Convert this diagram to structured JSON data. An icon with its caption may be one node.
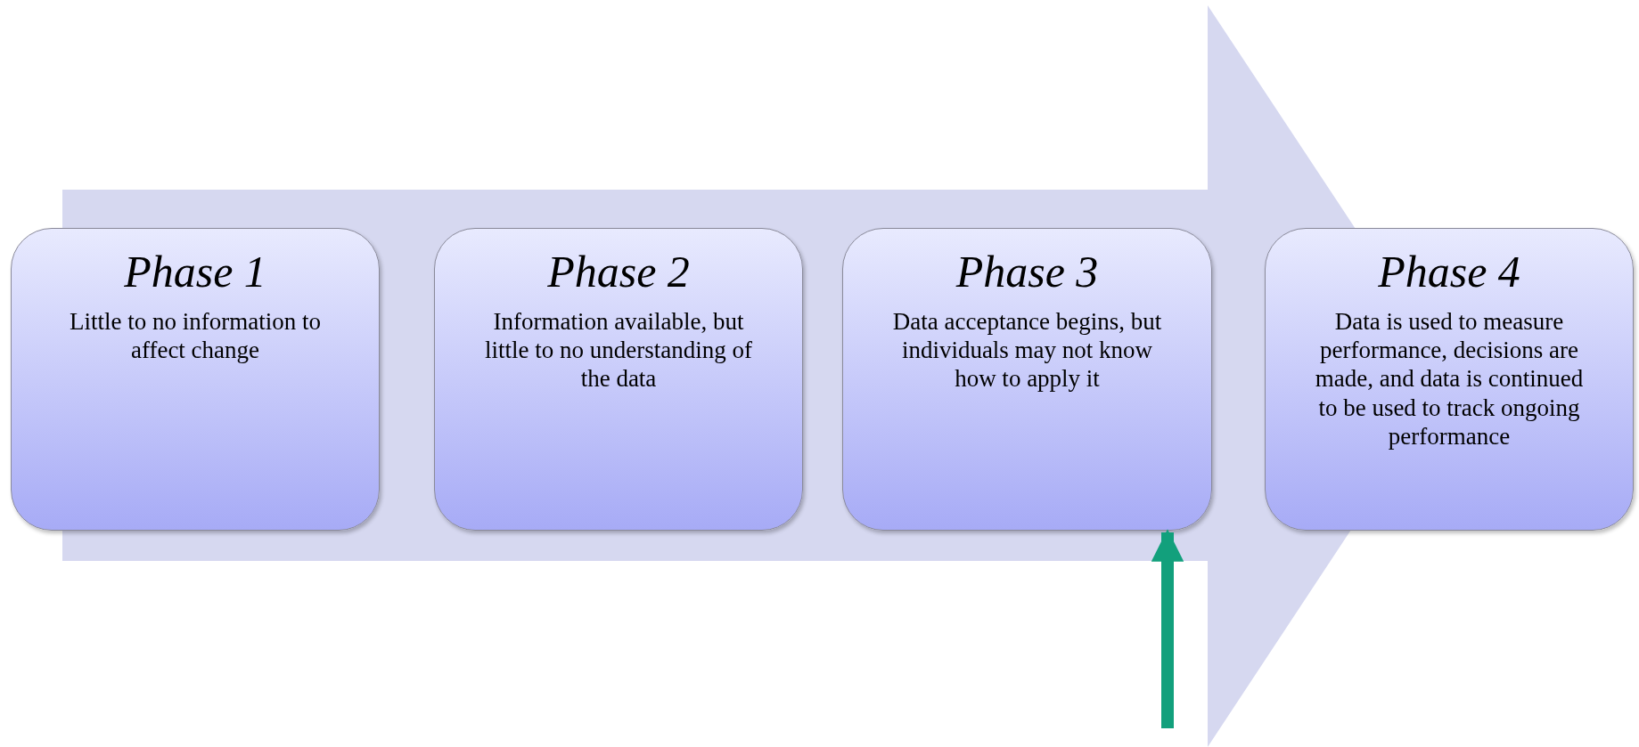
{
  "diagram": {
    "nodes": [
      {
        "text": [
          "Phase 1",
          "Little to no information to affect change"
        ]
      },
      {
        "text": [
          "Phase 2",
          "Information available, but little to no understanding of the data"
        ]
      },
      {
        "text": [
          "Phase 3",
          "Data acceptance begins, but individuals may not know how to apply it"
        ]
      },
      {
        "text": [
          "Phase 4",
          "Data is used to measure performance, decisions are made, and data is continued to be used to track ongoing performance"
        ]
      }
    ],
    "edges": [
      {
        "from": null,
        "to": 2,
        "arrow": "to",
        "color": "#12a07c"
      },
      {
        "from": 0,
        "to": 3,
        "arrow": "to",
        "color": "#d6d8f0"
      }
    ]
  }
}
